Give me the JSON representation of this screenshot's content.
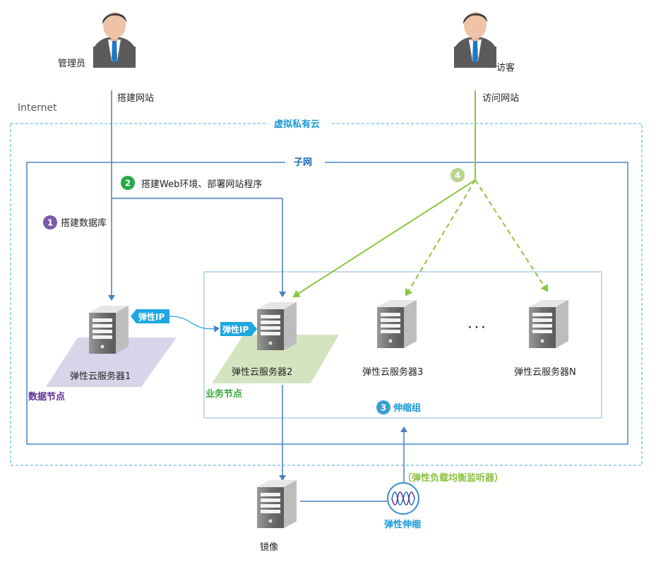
{
  "labels": {
    "admin": "管理员",
    "visitor": "访客",
    "build_site": "搭建网站",
    "visit_site": "访问网站",
    "internet": "Internet",
    "vpc": "虚拟私有云",
    "subnet": "子网",
    "step1": "搭建数据库",
    "step2": "搭建Web环境、部署网站程序",
    "step3": "伸缩组",
    "server1": "弹性云服务器1",
    "server2": "弹性云服务器2",
    "server3": "弹性云服务器3",
    "serverN": "弹性云服务器N",
    "eip1": "弹性IP",
    "eip2": "弹性IP",
    "data_node": "数据节点",
    "biz_node": "业务节点",
    "ellipsis": "· · ·",
    "listener": "（弹性负载均衡监听器）",
    "elb": "弹性伸缩",
    "image": "镜像"
  },
  "badges": {
    "b1": "1",
    "b2": "2",
    "b3": "3",
    "b4": "4"
  },
  "colors": {
    "blue_line": "#4a7fc1",
    "green_line": "#8cc63f",
    "vpc_border": "#3ab0d8",
    "subnet_border": "#1a6bb5",
    "badge1": "#7a5aa6",
    "badge2": "#27a844",
    "badge3": "#3a9fd0",
    "badge4": "#b9d38f",
    "eip": "#1ea7e1",
    "data_plate": "#d9d4ea",
    "biz_plate": "#d5e4c0"
  }
}
